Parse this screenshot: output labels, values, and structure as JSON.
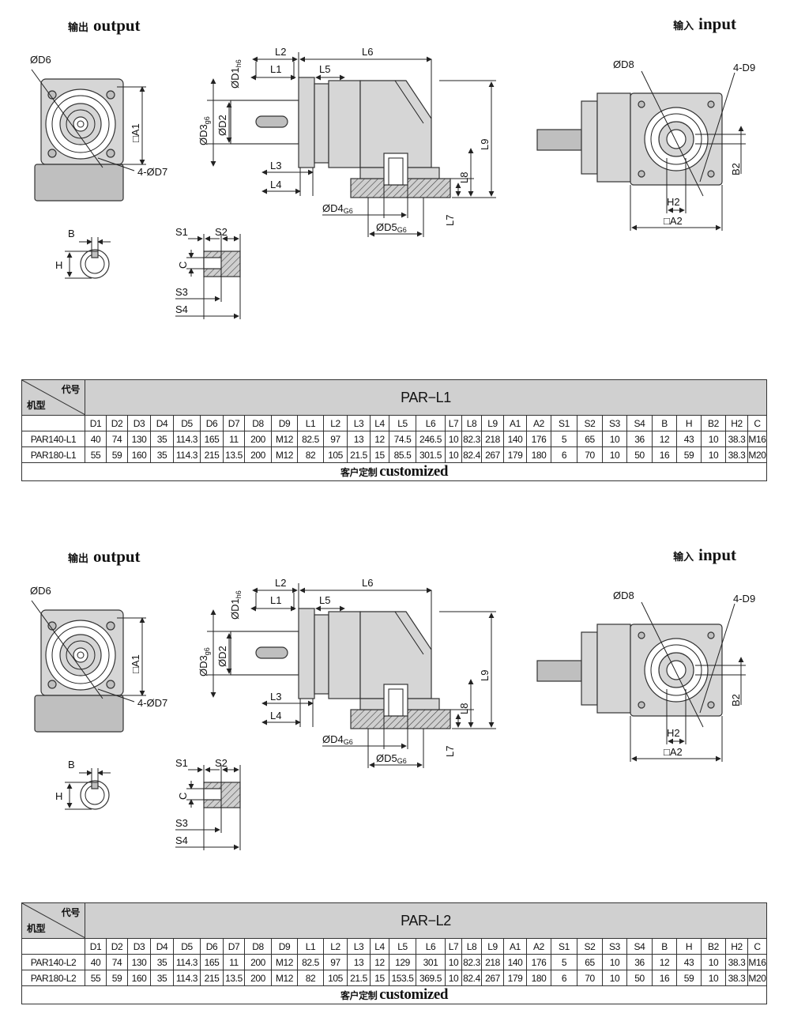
{
  "sections": [
    {
      "output_zh": "输出",
      "output_en": "output",
      "input_zh": "输入",
      "input_en": "input",
      "labels": {
        "od6": "ØD6",
        "a1": "□A1",
        "od7": "4-ØD7",
        "l2": "L2",
        "l1": "L1",
        "l5": "L5",
        "l6": "L6",
        "od1": "ØD1",
        "od1_sub": "h6",
        "od3": "ØD3",
        "od3_sub": "g6",
        "od2": "ØD2",
        "l3": "L3",
        "l4": "L4",
        "l9": "L9",
        "l8": "L8",
        "l7": "L7",
        "od4": "ØD4",
        "od4_sub": "G6",
        "od5": "ØD5",
        "od5_sub": "G6",
        "od8": "ØD8",
        "d9": "4-D9",
        "b2": "B2",
        "h2": "H2",
        "a2": "□A2",
        "b": "B",
        "h": "H",
        "s1": "S1",
        "s2": "S2",
        "c": "C",
        "s3": "S3",
        "s4": "S4"
      },
      "table": {
        "corner_top": "代号",
        "corner_bottom": "机型",
        "model": "PAR−L1",
        "columns": [
          "D1",
          "D2",
          "D3",
          "D4",
          "D5",
          "D6",
          "D7",
          "D8",
          "D9",
          "L1",
          "L2",
          "L3",
          "L4",
          "L5",
          "L6",
          "L7",
          "L8",
          "L9",
          "A1",
          "A2",
          "S1",
          "S2",
          "S3",
          "S4",
          "B",
          "H",
          "B2",
          "H2",
          "C"
        ],
        "rows": [
          {
            "name": "PAR140-L1",
            "values": [
              "40",
              "74",
              "130",
              "35",
              "114.3",
              "165",
              "11",
              "200",
              "M12",
              "82.5",
              "97",
              "13",
              "12",
              "74.5",
              "246.5",
              "10",
              "82.3",
              "218",
              "140",
              "176",
              "5",
              "65",
              "10",
              "36",
              "12",
              "43",
              "10",
              "38.3",
              "M16"
            ]
          },
          {
            "name": "PAR180-L1",
            "values": [
              "55",
              "59",
              "160",
              "35",
              "114.3",
              "215",
              "13.5",
              "200",
              "M12",
              "82",
              "105",
              "21.5",
              "15",
              "85.5",
              "301.5",
              "10",
              "82.4",
              "267",
              "179",
              "180",
              "6",
              "70",
              "10",
              "50",
              "16",
              "59",
              "10",
              "38.3",
              "M20"
            ]
          }
        ],
        "custom_zh": "客户定制",
        "custom_en": "customized"
      }
    },
    {
      "output_zh": "输出",
      "output_en": "output",
      "input_zh": "输入",
      "input_en": "input",
      "labels": {
        "od6": "ØD6",
        "a1": "□A1",
        "od7": "4-ØD7",
        "l2": "L2",
        "l1": "L1",
        "l5": "L5",
        "l6": "L6",
        "od1": "ØD1",
        "od1_sub": "h6",
        "od3": "ØD3",
        "od3_sub": "g6",
        "od2": "ØD2",
        "l3": "L3",
        "l4": "L4",
        "l9": "L9",
        "l8": "L8",
        "l7": "L7",
        "od4": "ØD4",
        "od4_sub": "G6",
        "od5": "ØD5",
        "od5_sub": "G6",
        "od8": "ØD8",
        "d9": "4-D9",
        "b2": "B2",
        "h2": "H2",
        "a2": "□A2",
        "b": "B",
        "h": "H",
        "s1": "S1",
        "s2": "S2",
        "c": "C",
        "s3": "S3",
        "s4": "S4"
      },
      "table": {
        "corner_top": "代号",
        "corner_bottom": "机型",
        "model": "PAR−L2",
        "columns": [
          "D1",
          "D2",
          "D3",
          "D4",
          "D5",
          "D6",
          "D7",
          "D8",
          "D9",
          "L1",
          "L2",
          "L3",
          "L4",
          "L5",
          "L6",
          "L7",
          "L8",
          "L9",
          "A1",
          "A2",
          "S1",
          "S2",
          "S3",
          "S4",
          "B",
          "H",
          "B2",
          "H2",
          "C"
        ],
        "rows": [
          {
            "name": "PAR140-L2",
            "values": [
              "40",
              "74",
              "130",
              "35",
              "114.3",
              "165",
              "11",
              "200",
              "M12",
              "82.5",
              "97",
              "13",
              "12",
              "129",
              "301",
              "10",
              "82.3",
              "218",
              "140",
              "176",
              "5",
              "65",
              "10",
              "36",
              "12",
              "43",
              "10",
              "38.3",
              "M16"
            ]
          },
          {
            "name": "PAR180-L2",
            "values": [
              "55",
              "59",
              "160",
              "35",
              "114.3",
              "215",
              "13.5",
              "200",
              "M12",
              "82",
              "105",
              "21.5",
              "15",
              "153.5",
              "369.5",
              "10",
              "82.4",
              "267",
              "179",
              "180",
              "6",
              "70",
              "10",
              "50",
              "16",
              "59",
              "10",
              "38.3",
              "M20"
            ]
          }
        ],
        "custom_zh": "客户定制",
        "custom_en": "customized"
      }
    }
  ]
}
